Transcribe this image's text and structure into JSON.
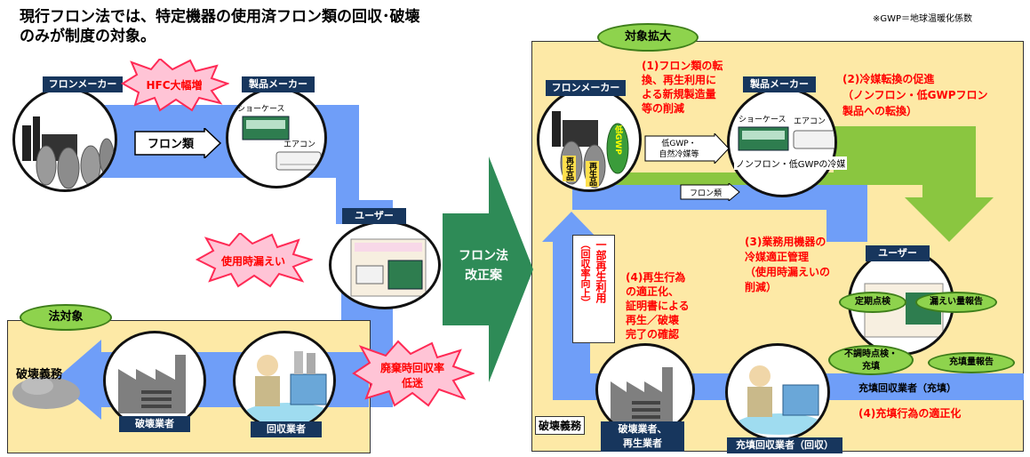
{
  "header": {
    "line1": "現行フロン法では、特定機器の使用済フロン類の回収･破壊",
    "line2": "のみが制度の対象。",
    "note": "※GWP＝地球温暖化係数"
  },
  "left": {
    "freon_maker": "フロンメーカー",
    "product_maker": "製品メーカー",
    "burst_hfc": "HFC大幅増",
    "freon_type_arrow": "フロン類",
    "showcase": "ショーケース",
    "aircon": "エアコン",
    "user": "ユーザー",
    "burst_leak": "使用時漏えい",
    "law_target": "法対象",
    "destruction_duty": "破壊義務",
    "destroyer": "破壊業者",
    "recoverer": "回収業者",
    "burst_recovery_line1": "廃棄時回収率",
    "burst_recovery_line2": "低迷"
  },
  "center": {
    "arrow_line1": "フロン法",
    "arrow_line2": "改正案"
  },
  "right": {
    "scope_expand": "対象拡大",
    "freon_maker": "フロンメーカー",
    "product_maker": "製品メーカー",
    "recycled_1": "再生品",
    "recycled_2": "再生品",
    "low_gwp_tank": "低GWP",
    "low_gwp_arrow_line1": "低GWP・",
    "low_gwp_arrow_line2": "自然冷媒等",
    "showcase": "ショーケース",
    "aircon": "エアコン",
    "nonfreon_caption": "ノンフロン・低GWPの冷媒",
    "freon_type_arrow": "フロン類",
    "item1_lines": [
      "(1)フロン類の転",
      "換、再生利用に",
      "よる新規製造量",
      "等の削減"
    ],
    "item2_lines": [
      "(2)冷媒転換の促進",
      "（ノンフロン・低GWPフロン",
      "製品への転換）"
    ],
    "item3_lines": [
      "(3)業務用機器の",
      "冷媒適正管理",
      "（使用時漏えいの",
      "削減）"
    ],
    "item4a_lines": [
      "(4)再生行為",
      "の適正化、",
      "証明書による",
      "再生／破壊",
      "完了の確認"
    ],
    "item4b": "(4)充填行為の適正化",
    "vertical_main": "一部再生利用",
    "vertical_sub": "（回収率向上）",
    "user": "ユーザー",
    "regular_inspection": "定期点検",
    "leak_report": "漏えい量報告",
    "irregular_line1": "不調時点検・",
    "irregular_line2": "充填",
    "fill_report": "充填量報告",
    "filler_recoverer_fill": "充填回収業者（充填）",
    "filler_recoverer_recover": "充填回収業者（回収）",
    "destruction_duty": "破壊義務",
    "destroyer_line1": "破壊業者、",
    "destroyer_line2": "再生業者"
  },
  "colors": {
    "blue_flow": "#6f9ef8",
    "green_flow": "#8ac640",
    "yellow_panel": "#fde9a6",
    "navy_label": "#17365d",
    "teal_arrow": "#2e8b57",
    "red_text": "#ff0000",
    "burst_fill": "#ffc4d6",
    "burst_stroke": "#ff2a55"
  },
  "icons": [
    "factory-icon",
    "gas-cylinder-icon",
    "showcase-icon",
    "aircon-icon",
    "worker-icon",
    "gravel-icon"
  ]
}
